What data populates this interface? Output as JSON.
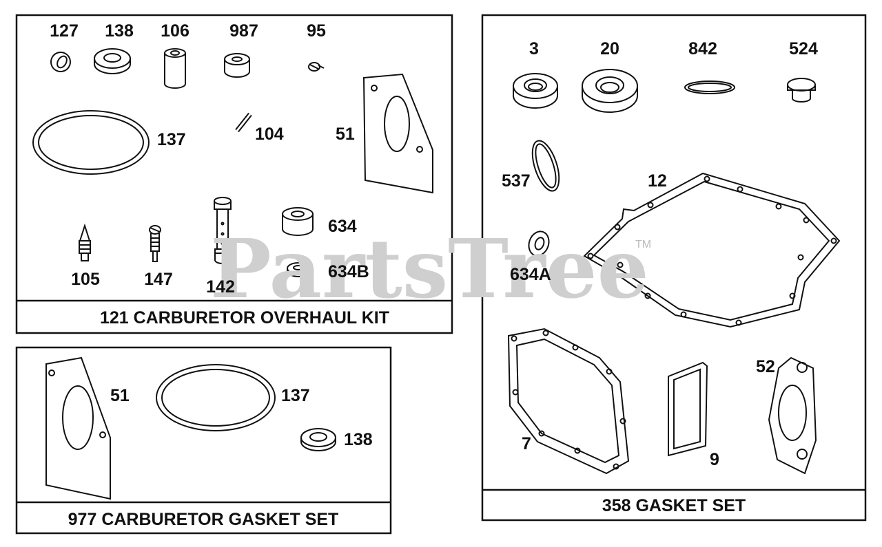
{
  "watermark": {
    "text": "PartsTree",
    "trademark": "TM"
  },
  "kits": {
    "overhaul": {
      "title": "121 CARBURETOR OVERHAUL KIT",
      "parts": {
        "p127": "127",
        "p138": "138",
        "p106": "106",
        "p987": "987",
        "p95": "95",
        "p137": "137",
        "p104": "104",
        "p51": "51",
        "p634": "634",
        "p634b": "634B",
        "p105": "105",
        "p147": "147",
        "p142": "142"
      }
    },
    "gasket_977": {
      "title": "977 CARBURETOR GASKET SET",
      "parts": {
        "p51": "51",
        "p137": "137",
        "p138": "138"
      }
    },
    "gasket_358": {
      "title": "358 GASKET SET",
      "parts": {
        "p3": "3",
        "p20": "20",
        "p842": "842",
        "p524": "524",
        "p537": "537",
        "p12": "12",
        "p634a": "634A",
        "p7": "7",
        "p9": "9",
        "p52": "52"
      }
    }
  }
}
